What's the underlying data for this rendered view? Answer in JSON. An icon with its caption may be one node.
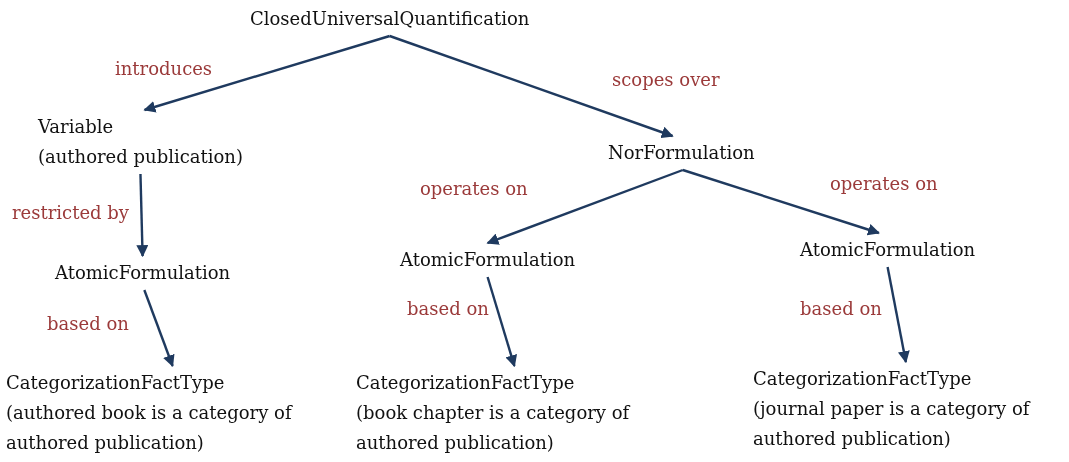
{
  "diagram": {
    "nodes": [
      {
        "text": [
          "ClosedUniversalQuantification"
        ]
      },
      {
        "text": [
          "Variable",
          "(authored publication)"
        ]
      },
      {
        "text": [
          "NorFormulation"
        ]
      },
      {
        "text": [
          "AtomicFormulation"
        ]
      },
      {
        "text": [
          "AtomicFormulation"
        ]
      },
      {
        "text": [
          "AtomicFormulation"
        ]
      },
      {
        "text": [
          "CategorizationFactType",
          "(authored book is a category of authored publication)"
        ]
      },
      {
        "text": [
          "CategorizationFactType",
          "(book chapter is a category of authored publication)"
        ]
      },
      {
        "text": [
          "CategorizationFactType",
          "(journal paper is a category of authored publication)"
        ]
      }
    ],
    "edges": [
      {
        "from": 0,
        "to": 1,
        "arrow": "to",
        "label": "introduces"
      },
      {
        "from": 0,
        "to": 2,
        "arrow": "to",
        "label": "scopes over"
      },
      {
        "from": 1,
        "to": 3,
        "arrow": "to",
        "label": "restricted by"
      },
      {
        "from": 2,
        "to": 4,
        "arrow": "to",
        "label": "operates on"
      },
      {
        "from": 2,
        "to": 5,
        "arrow": "to",
        "label": "operates on"
      },
      {
        "from": 3,
        "to": 6,
        "arrow": "to",
        "label": "based on"
      },
      {
        "from": 4,
        "to": 7,
        "arrow": "to",
        "label": "based on"
      },
      {
        "from": 5,
        "to": 8,
        "arrow": "to",
        "label": "based on"
      }
    ]
  }
}
